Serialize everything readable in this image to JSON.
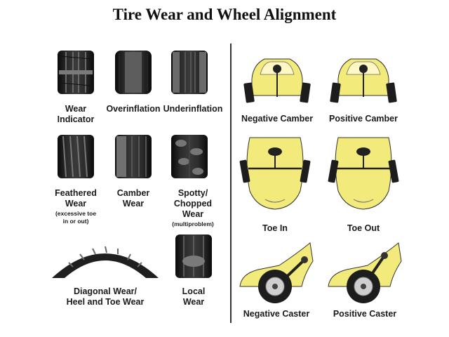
{
  "title": "Tire Wear and Wheel Alignment",
  "tire_wear": {
    "wear_indicator": "Wear\nIndicator",
    "overinflation": "Overinflation",
    "underinflation": "Underinflation",
    "feathered_wear": "Feathered\nWear",
    "feathered_note": "(excessive toe\nin or out)",
    "camber_wear": "Camber\nWear",
    "spotty_wear": "Spotty/\nChopped\nWear",
    "spotty_note": "(multiproblem)",
    "diagonal_wear": "Diagonal Wear/\nHeel and Toe Wear",
    "local_wear": "Local\nWear"
  },
  "alignment": {
    "negative_camber": "Negative Camber",
    "positive_camber": "Positive Camber",
    "toe_in": "Toe In",
    "toe_out": "Toe Out",
    "negative_caster": "Negative Caster",
    "positive_caster": "Positive Caster"
  },
  "colors": {
    "car_body": "#f2ea7a",
    "tire": "#1d1d1d",
    "tread": "#555555"
  }
}
